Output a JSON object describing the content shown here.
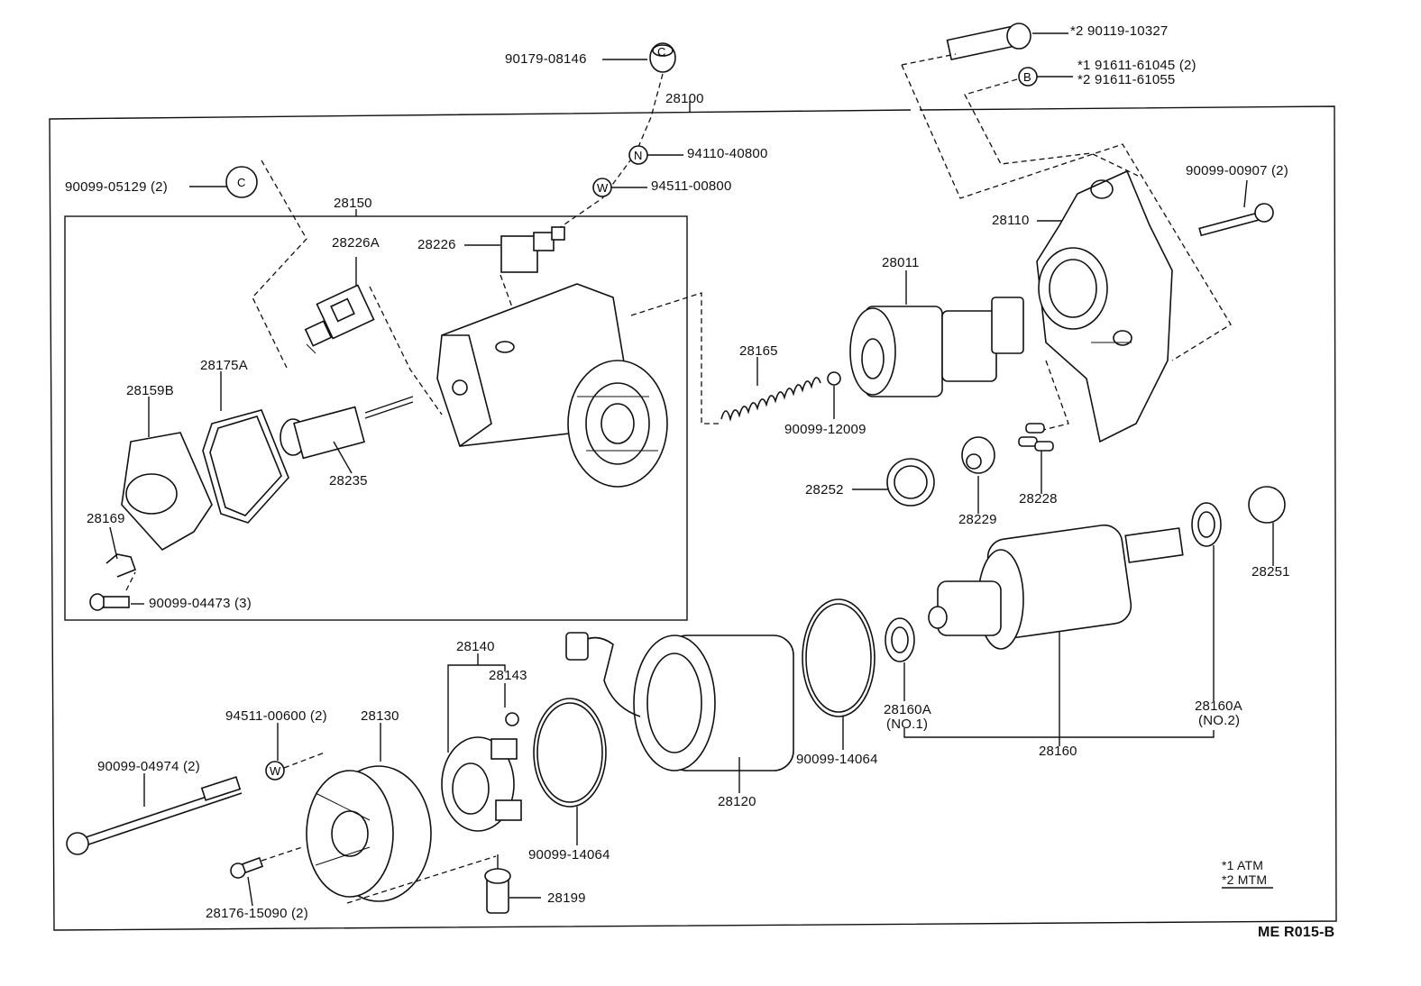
{
  "labels": {
    "p90179": "90179-08146",
    "p28100": "28100",
    "p90119": "*2 90119-10327",
    "p91611a": "*1 91611-61045 (2)",
    "p91611b": "*2 91611-61055",
    "p94110": "94110-40800",
    "p94511a": "94511-00800",
    "p90099_05129": "90099-05129 (2)",
    "p28150": "28150",
    "p28226A": "28226A",
    "p28226": "28226",
    "p90099_00907": "90099-00907 (2)",
    "p28110": "28110",
    "p28011": "28011",
    "p28165": "28165",
    "p90099_12009": "90099-12009",
    "p28175A": "28175A",
    "p28159B": "28159B",
    "p28235": "28235",
    "p28252": "28252",
    "p28229": "28229",
    "p28228": "28228",
    "p28251": "28251",
    "p28169": "28169",
    "p90099_04473": "90099-04473 (3)",
    "p28140": "28140",
    "p28143": "28143",
    "p94511b": "94511-00600 (2)",
    "p28130": "28130",
    "p90099_04974": "90099-04974 (2)",
    "p28160A1": "28160A",
    "p28160A1n": "(NO.1)",
    "p28160A2": "28160A",
    "p28160A2n": "(NO.2)",
    "p28160": "28160",
    "p90099_14064a": "90099-14064",
    "p28120": "28120",
    "p90099_14064b": "90099-14064",
    "p28176": "28176-15090 (2)",
    "p28199": "28199"
  },
  "circle_marks": {
    "c": "C",
    "n": "N",
    "w": "W",
    "b": "B"
  },
  "legend": {
    "line1": "*1  ATM",
    "line2": "*2  MTM"
  },
  "reference": "ME R015-B"
}
